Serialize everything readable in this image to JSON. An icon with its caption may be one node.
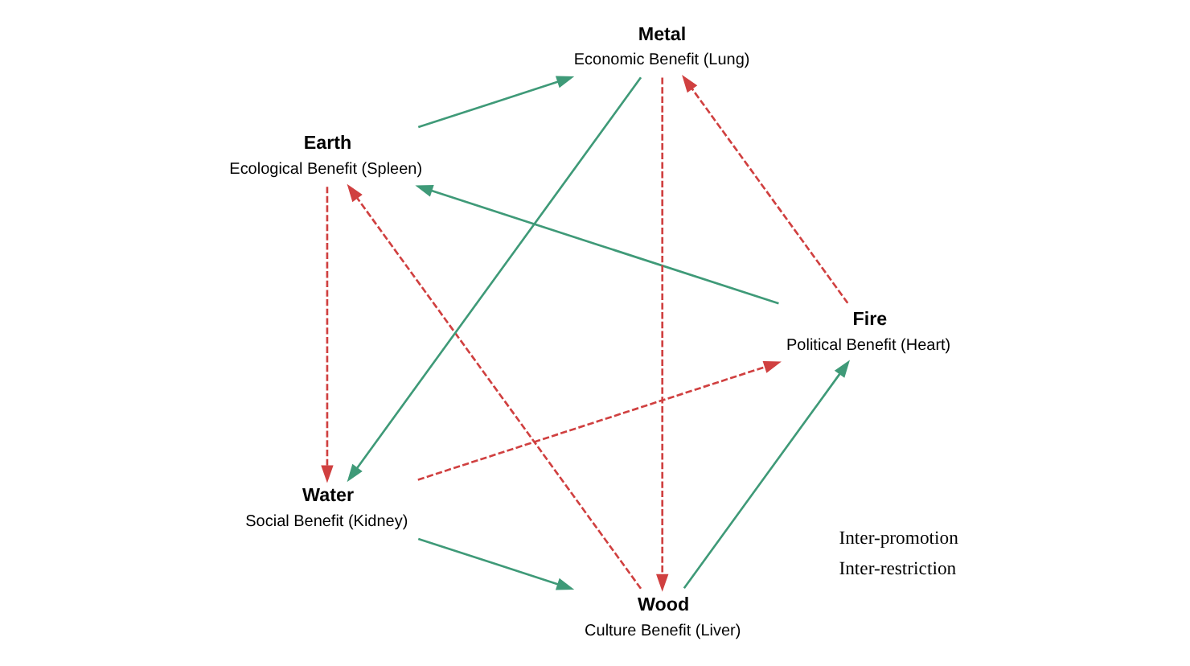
{
  "diagram": {
    "nodes": [
      {
        "text": [
          "Wood"
        ],
        "beside": [
          "Culture Benefit (Liver)"
        ]
      },
      {
        "text": [
          "Fire"
        ],
        "beside": [
          "Political Benefit (Heart)"
        ]
      },
      {
        "text": [
          "Earth"
        ],
        "beside": [
          "Ecological Benefit (Spleen)"
        ]
      },
      {
        "text": [
          "Metal"
        ],
        "beside": [
          "Economic Benefit (Lung)"
        ]
      },
      {
        "text": [
          "Water"
        ],
        "beside": [
          "Social Benefit (Kidney)"
        ]
      }
    ],
    "edges": [
      {
        "from": 0,
        "to": 1,
        "arrow": "to",
        "color": "#3f9a78"
      },
      {
        "from": 1,
        "to": 2,
        "arrow": "to",
        "color": "#3f9a78"
      },
      {
        "from": 2,
        "to": 3,
        "arrow": "to",
        "color": "#3f9a78"
      },
      {
        "from": 3,
        "to": 4,
        "arrow": "to",
        "color": "#3f9a78"
      },
      {
        "from": 4,
        "to": 0,
        "arrow": "to",
        "color": "#3f9a78"
      },
      {
        "from": 0,
        "to": 2,
        "arrow": "to",
        "style": "dashed",
        "color": "#d04040"
      },
      {
        "from": 2,
        "to": 4,
        "arrow": "to",
        "style": "dashed",
        "color": "#d04040"
      },
      {
        "from": 4,
        "to": 1,
        "arrow": "to",
        "style": "dashed",
        "color": "#d04040"
      },
      {
        "from": 1,
        "to": 3,
        "arrow": "to",
        "style": "dashed",
        "color": "#d04040"
      },
      {
        "from": 3,
        "to": 0,
        "arrow": "to",
        "style": "dashed",
        "color": "#d04040"
      }
    ],
    "legend": [
      {
        "text": "Inter-promotion"
      },
      {
        "text": "Inter-restriction"
      }
    ]
  }
}
